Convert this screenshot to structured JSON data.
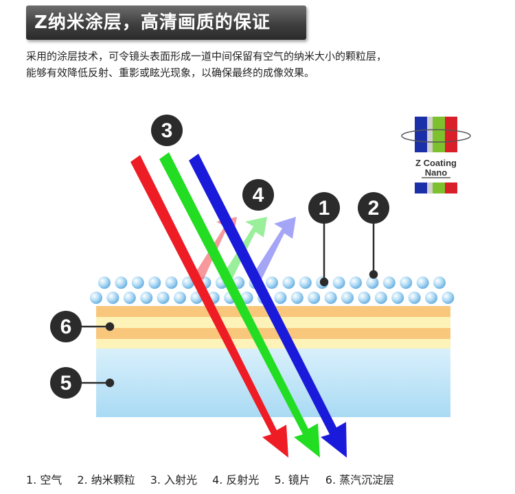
{
  "header": {
    "title": "Z纳米涂层，高清画质的保证"
  },
  "description": {
    "line1": "采用的涂层技术，可令镜头表面形成一道中间保留有空气的纳米大小的颗粒层，",
    "line2": "能够有效降低反射、重影或眩光现象，以确保最终的成像效果。"
  },
  "logo": {
    "line1": "Z Coating",
    "line2": "Nano",
    "colors": [
      "#1a2fa8",
      "#c8c8c8",
      "#7ec12f",
      "#d9202a"
    ]
  },
  "markers": {
    "m1": "1",
    "m2": "2",
    "m3": "3",
    "m4": "4",
    "m5": "5",
    "m6": "6"
  },
  "colors": {
    "ray_red": "#ee1c25",
    "ray_green": "#22dd22",
    "ray_blue": "#1a1adb",
    "glass": "#bde4f7",
    "coating_orange": "#f9c77c",
    "coating_yellow": "#fdf3b8",
    "particle": "#8fc9ef",
    "marker": "#2b2b2b"
  },
  "legend": {
    "items": [
      "1. 空气",
      "2. 纳米颗粒",
      "3. 入射光",
      "4. 反射光",
      "5. 镜片",
      "6. 蒸汽沉淀层"
    ]
  }
}
